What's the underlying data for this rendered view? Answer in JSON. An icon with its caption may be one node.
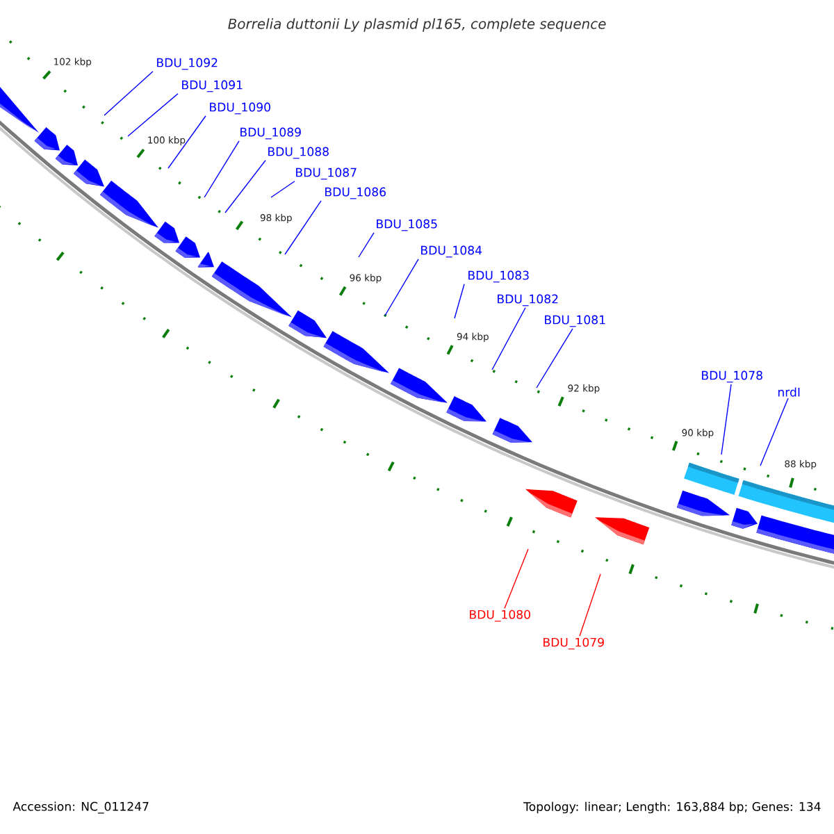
{
  "diagram": {
    "title": "Borrelia duttonii Ly plasmid pl165, complete sequence",
    "nodes": [
      {
        "text": [
          "BDU_1092"
        ]
      },
      {
        "text": [
          "BDU_1091"
        ]
      },
      {
        "text": [
          "BDU_1090"
        ]
      },
      {
        "text": [
          "BDU_1089"
        ]
      },
      {
        "text": [
          "BDU_1088"
        ]
      },
      {
        "text": [
          "BDU_1087"
        ]
      },
      {
        "text": [
          "BDU_1086"
        ]
      },
      {
        "text": [
          "BDU_1085"
        ]
      },
      {
        "text": [
          "BDU_1084"
        ]
      },
      {
        "text": [
          "BDU_1083"
        ]
      },
      {
        "text": [
          "BDU_1082"
        ]
      },
      {
        "text": [
          "BDU_1081"
        ]
      },
      {
        "text": [
          "BDU_1078"
        ]
      },
      {
        "text": [
          "nrdI"
        ]
      },
      {
        "text": [
          "BDU_1080"
        ]
      },
      {
        "text": [
          "BDU_1079"
        ]
      }
    ],
    "edges": [
      {
        "from": 0,
        "to": null,
        "arrow": "none"
      },
      {
        "from": 1,
        "to": null,
        "arrow": "none"
      },
      {
        "from": 2,
        "to": null,
        "arrow": "none"
      },
      {
        "from": 3,
        "to": null,
        "arrow": "none"
      },
      {
        "from": 4,
        "to": null,
        "arrow": "none"
      },
      {
        "from": 5,
        "to": null,
        "arrow": "none"
      },
      {
        "from": 6,
        "to": null,
        "arrow": "none"
      },
      {
        "from": 7,
        "to": null,
        "arrow": "none"
      },
      {
        "from": 8,
        "to": null,
        "arrow": "none"
      },
      {
        "from": 9,
        "to": null,
        "arrow": "none"
      },
      {
        "from": 10,
        "to": null,
        "arrow": "none"
      },
      {
        "from": 11,
        "to": null,
        "arrow": "none"
      },
      {
        "from": 12,
        "to": null,
        "arrow": "none"
      },
      {
        "from": 13,
        "to": null,
        "arrow": "none"
      },
      {
        "from": 14,
        "to": null,
        "arrow": "none",
        "color": "#ff0000"
      },
      {
        "from": 15,
        "to": null,
        "arrow": "none",
        "color": "#ff0000"
      }
    ],
    "labels": [
      "102 kbp",
      "100 kbp",
      "98 kbp",
      "96 kbp",
      "94 kbp",
      "92 kbp",
      "90 kbp",
      "88 kbp",
      "Accession: NC_011247",
      "Topology: linear; Length: 163,884 bp; Genes: 134"
    ]
  }
}
